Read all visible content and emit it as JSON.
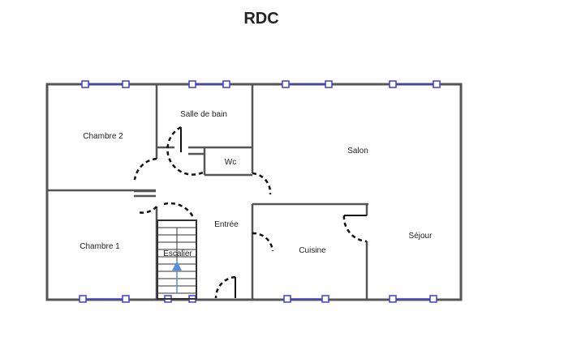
{
  "title": "RDC",
  "rooms": {
    "chambre2": "Chambre 2",
    "salle_de_bain": "Salle de bain",
    "wc": "Wc",
    "salon": "Salon",
    "entree": "Entrée",
    "chambre1": "Chambre 1",
    "escalier": "Escalier",
    "cuisine": "Cuisine",
    "sejour": "Séjour"
  },
  "colors": {
    "wall": "#555555",
    "window": "#3f3fd1",
    "door": "#111111",
    "stair_arrow": "#5b8fd6"
  }
}
